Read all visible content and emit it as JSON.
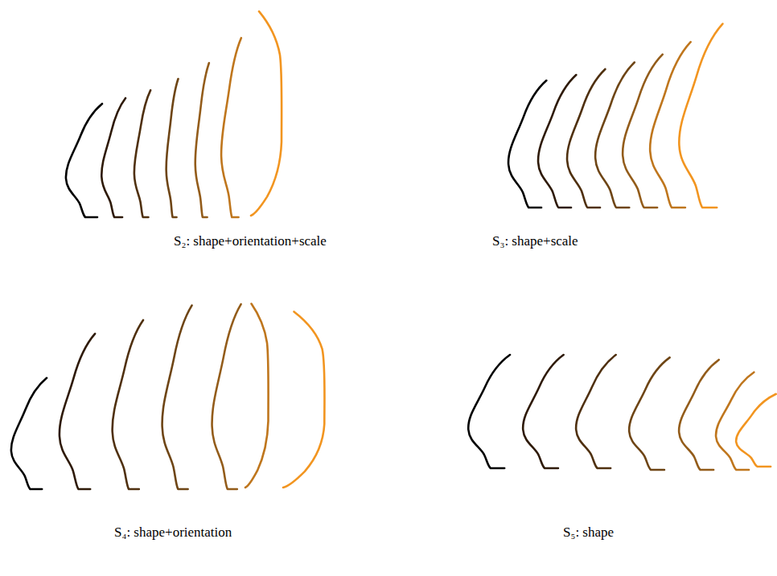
{
  "diagram": {
    "labels": [
      "S₂: shape+orientation+scale",
      "S₃: shape+scale",
      "S₄: shape+orientation",
      "S₅: shape"
    ]
  }
}
